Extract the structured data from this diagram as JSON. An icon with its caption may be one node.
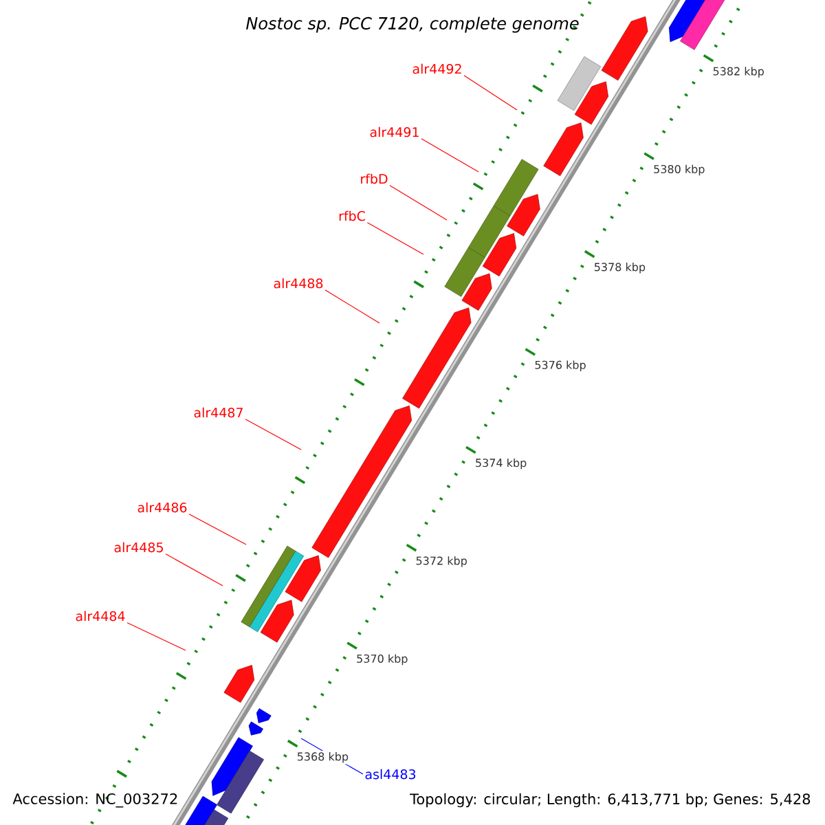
{
  "diagram": {
    "title": "*Nostoc* *sp.* PCC 7120, complete genome",
    "nodes": [
      {
        "text": [
          "alr4492"
        ]
      },
      {
        "text": [
          "alr4491"
        ]
      },
      {
        "text": [
          "rfbD"
        ]
      },
      {
        "text": [
          "rfbC"
        ]
      },
      {
        "text": [
          "alr4488"
        ]
      },
      {
        "text": [
          "alr4487"
        ]
      },
      {
        "text": [
          "alr4486"
        ]
      },
      {
        "text": [
          "alr4485"
        ]
      },
      {
        "text": [
          "alr4484"
        ]
      },
      {
        "text": [
          "asl4483"
        ]
      }
    ],
    "edges": [
      {
        "from": 0,
        "to": null,
        "arrow": "none"
      },
      {
        "from": 1,
        "to": null,
        "arrow": "none"
      },
      {
        "from": 2,
        "to": null,
        "arrow": "none"
      },
      {
        "from": 3,
        "to": null,
        "arrow": "none"
      },
      {
        "from": 4,
        "to": null,
        "arrow": "none"
      },
      {
        "from": 5,
        "to": null,
        "arrow": "none"
      },
      {
        "from": 6,
        "to": null,
        "arrow": "none"
      },
      {
        "from": 7,
        "to": null,
        "arrow": "none"
      },
      {
        "from": 8,
        "to": null,
        "arrow": "none"
      },
      {
        "from": 9,
        "to": null,
        "arrow": "none",
        "color": "#0000ff"
      }
    ],
    "labels": [
      "5382 kbp",
      "5380 kbp",
      "5378 kbp",
      "5376 kbp",
      "5374 kbp",
      "5372 kbp",
      "5370 kbp",
      "5368 kbp",
      "Accession: NC_003272",
      "Topology: circular; Length: 6,413,771 bp; Genes: 5,428"
    ]
  }
}
